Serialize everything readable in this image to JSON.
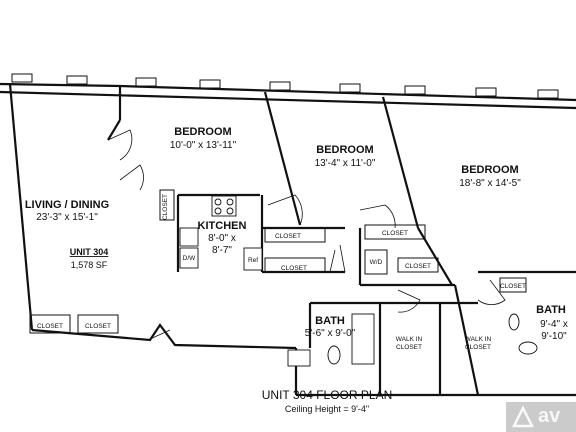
{
  "rooms": {
    "living": {
      "name": "LIVING / DINING",
      "dims": "23'-3\" x 15'-1\""
    },
    "bedroom1": {
      "name": "BEDROOM",
      "dims": "10'-0\" x 13'-11\""
    },
    "bedroom2": {
      "name": "BEDROOM",
      "dims": "13'-4\" x 11'-0\""
    },
    "bedroom3": {
      "name": "BEDROOM",
      "dims": "18'-8\" x 14'-5\""
    },
    "kitchen": {
      "name": "KITCHEN",
      "dims_line1": "8'-0\" x",
      "dims_line2": "8'-7\""
    },
    "bath1": {
      "name": "BATH",
      "dims": "5'-6\" x 9'-0\""
    },
    "bath2": {
      "name": "BATH",
      "dims_line1": "9'-4\" x",
      "dims_line2": "9'-10\""
    }
  },
  "labels": {
    "closet": "CLOSET",
    "walk_in_1": "WALK IN",
    "walk_in_2": "CLOSET",
    "washer_dryer": "W/D",
    "dishwasher": "D/W",
    "refrigerator": "Ref"
  },
  "unit": {
    "name": "UNIT 304",
    "area": "1,578 SF"
  },
  "plan_title": "UNIT 304 FLOOR PLAN",
  "ceiling_height": "Ceiling Height = 9'-4\"",
  "watermark": {
    "text": "av",
    "icon": "apartments-logo-icon"
  }
}
